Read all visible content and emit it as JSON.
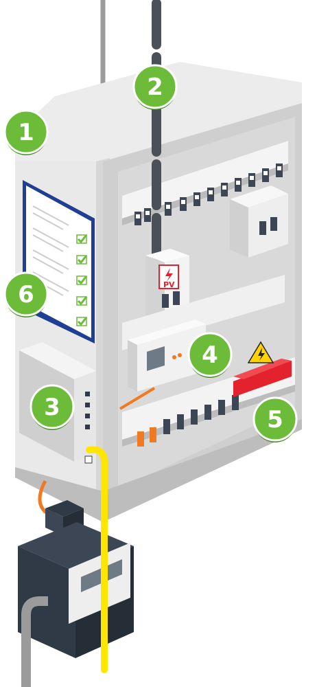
{
  "colors": {
    "badge": "#6cbc3a",
    "badge_shadow": "#3f8a1f",
    "cabinet_front": "#e7e7e7",
    "cabinet_side": "#c9c9c9",
    "cabinet_inner": "#d5d5d5",
    "rail": "#f2f2f2",
    "breaker_dark": "#3d4654",
    "fuse_red": "#e2232d",
    "cable_yellow": "#ffe600",
    "cable_orange": "#f07a22",
    "cable_gray": "#9b9b9b",
    "checklist_border": "#1e3f94",
    "check_green": "#6cbc3a",
    "warning_yellow": "#ffd200",
    "meter_body": "#2f3a46"
  },
  "icons": [
    "lightning-bolt-icon",
    "warning-triangle-icon",
    "check-icon"
  ],
  "labels": {
    "pv": "PV"
  },
  "badges": [
    {
      "id": "badge-1",
      "number": "1"
    },
    {
      "id": "badge-2",
      "number": "2"
    },
    {
      "id": "badge-3",
      "number": "3"
    },
    {
      "id": "badge-4",
      "number": "4"
    },
    {
      "id": "badge-5",
      "number": "5"
    },
    {
      "id": "badge-6",
      "number": "6"
    }
  ],
  "checklist": {
    "items": 5,
    "checked": 5
  }
}
